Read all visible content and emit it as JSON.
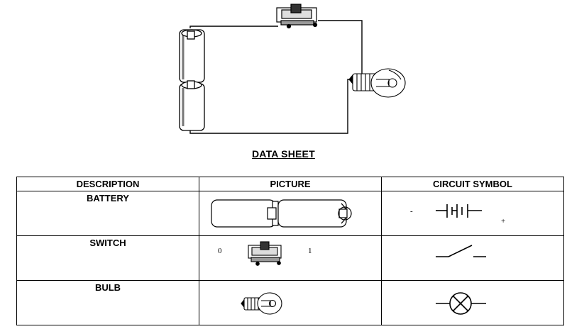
{
  "sheet_title": "DATA SHEET",
  "table": {
    "headers": [
      "DESCRIPTION",
      "PICTURE",
      "CIRCUIT SYMBOL"
    ],
    "rows": [
      {
        "description": "BATTERY",
        "picture": "battery-picture",
        "symbol": "battery-symbol",
        "symbol_minus": "-",
        "symbol_plus": "+"
      },
      {
        "description": "SWITCH",
        "picture": "switch-picture",
        "symbol": "switch-symbol",
        "picture_off": "0",
        "picture_on": "1"
      },
      {
        "description": "BULB",
        "picture": "bulb-picture",
        "symbol": "lamp-symbol"
      }
    ]
  }
}
